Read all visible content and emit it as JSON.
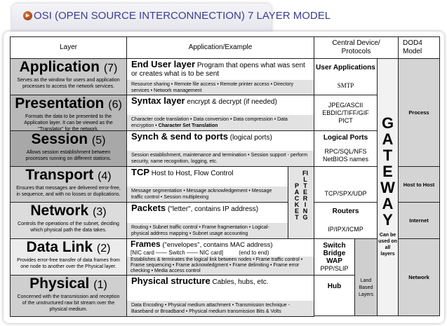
{
  "title": "OSI (OPEN SOURCE INTERCONNECTION) 7 LAYER MODEL",
  "headers": {
    "layer": "Layer",
    "app": "Application/Example",
    "central": "Central Device/ Protocols",
    "dod": "DOD4 Model"
  },
  "layers": [
    {
      "name": "Application",
      "num": "(7)",
      "desc": "Serves as the window for users and application processes to access the network services.",
      "head": "End User layer",
      "head_rest": "Program that opens what was sent or creates what is to be sent",
      "detail": "Resource sharing • Remote file access • Remote printer access • Directory services • Network management"
    },
    {
      "name": "Presentation",
      "num": "(6)",
      "desc": "Formats the data to be presented to the Application layer. It can be viewed as the \"Translator\" for the network.",
      "head": "Syntax layer",
      "head_rest": "encrypt & decrypt (if needed)",
      "detail": "Character code translation • Data conversion • Data compression • Data encryption •",
      "detail_bold": "Character Set Translation"
    },
    {
      "name": "Session",
      "num": "(5)",
      "desc": "Allows session establishment between processes running on different stations.",
      "head": "Synch & send to ports",
      "head_rest": "(logical ports)",
      "detail": "Session establishment, maintenance and termination • Session support - perform security, name recognition, logging, etc."
    },
    {
      "name": "Transport",
      "num": "(4)",
      "desc": "Ensures that messages are delivered error-free, in sequence, and with no losses or duplications.",
      "head": "TCP",
      "head_rest": "Host to Host, Flow Control",
      "detail": "Message segmentation • Message acknowledgement • Message traffic control • Session multiplexing"
    },
    {
      "name": "Network",
      "num": "(3)",
      "desc": "Controls the operations of the subnet, deciding which physical path the data takes.",
      "head": "Packets",
      "head_rest": "(\"letter\", contains IP address)",
      "detail": "Routing • Subnet traffic control • Frame fragmentation • Logical-physical address mapping • Subnet usage accounting"
    },
    {
      "name": "Data Link",
      "num": "(2)",
      "desc": "Provides error-free transfer of data frames from one node to another over the Physical layer.",
      "head": "Frames",
      "head_rest": "(\"envelopes\", contains MAC address)",
      "sub": "[NIC card —— Switch —— NIC card]          (end to end)",
      "detail": "Establishes & terminates the logical link between nodes • Frame traffic control • Frame sequencing • Frame acknowledgment • Frame delimiting • Frame error checking • Media access control"
    },
    {
      "name": "Physical",
      "num": "(1)",
      "desc": "Concerned with the transmission and reception of the unstructured raw bit stream over the physical medium.",
      "head": "Physical structure",
      "head_rest": "Cables, hubs, etc.",
      "detail": "Data Encoding • Physical medium attachment • Transmission technique - Baseband or Broadband • Physical medium transmission Bits & Volts"
    }
  ],
  "central": {
    "app_title": "User Applications",
    "app_proto": "SMTP",
    "pres": "JPEG/ASCII EBDIC/TIFF/GIF PICT",
    "sess_title": "Logical Ports",
    "sess_proto": "RPC/SQL/NFS NetBIOS names",
    "trans": "TCP/SPX/UDP",
    "net_title": "Routers",
    "net_proto": "IP/IPX/ICMP",
    "dl_title": "Switch Bridge WAP",
    "dl_proto": "PPP/SLIP",
    "phys": "Hub",
    "land": "Land Based Layers",
    "packet": "PACKET",
    "filtering": "FILTERING",
    "gateway": "GATEWAY",
    "gateway_note": "Can be used on all layers"
  },
  "dod": [
    "Process",
    "Host to Host",
    "Internet",
    "Network"
  ],
  "colors": {
    "title": "#3a3f8f",
    "layer_bg": [
      "#c8c8c8",
      "#b8b8b8",
      "#a8a8a8",
      "#cacaca",
      "#dcdcdc",
      "#ececec",
      "#cfcfcf"
    ]
  }
}
